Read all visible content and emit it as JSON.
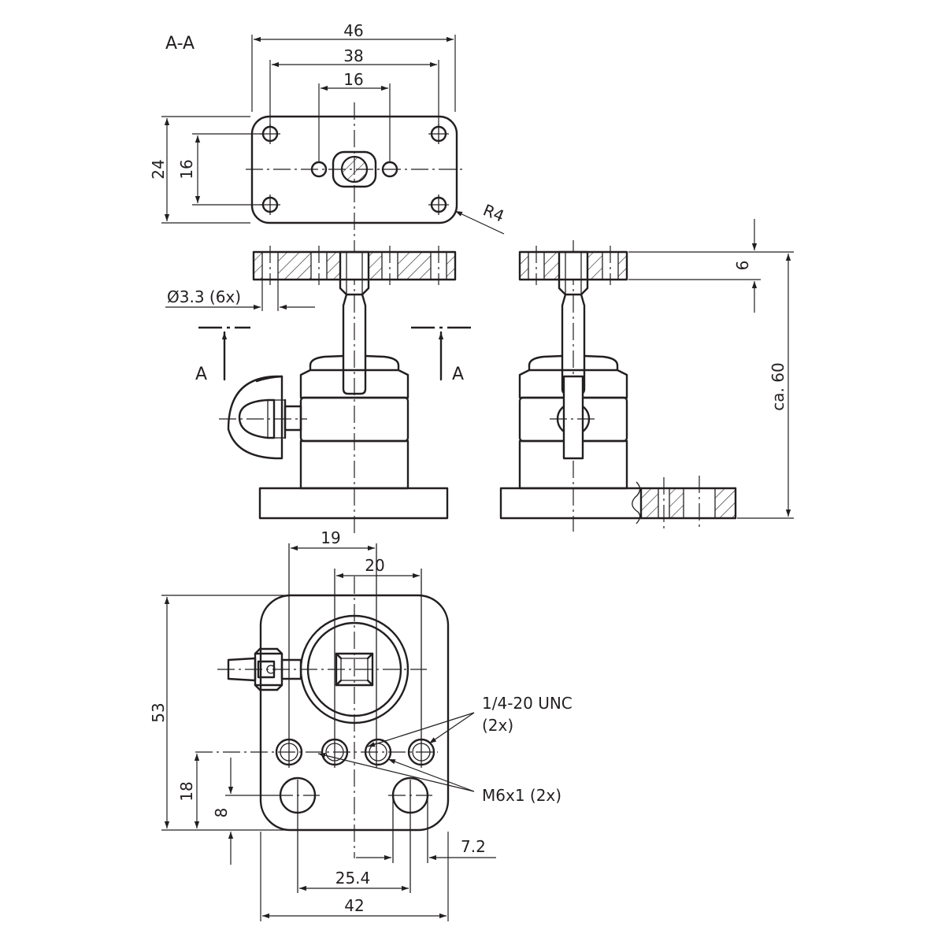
{
  "section_title": "A-A",
  "section_marker": "A",
  "dimensions": {
    "top_width_outer": "46",
    "top_width_holes": "38",
    "top_width_inner": "16",
    "top_height_outer": "24",
    "top_height_holes": "16",
    "corner_radius": "R4",
    "hole_diameter": "Ø3.3 (6x)",
    "plate_thickness": "6",
    "overall_height": "ca. 60",
    "base_offset": "19",
    "base_spacing": "20",
    "base_height": "53",
    "base_row_height": "18",
    "base_hole_height": "8",
    "base_edge": "7.2",
    "base_hole_spacing": "25.4",
    "base_width": "42"
  },
  "callouts": {
    "unc_thread": "1/4-20 UNC",
    "unc_count": "(2x)",
    "metric_thread": "M6x1 (2x)"
  }
}
